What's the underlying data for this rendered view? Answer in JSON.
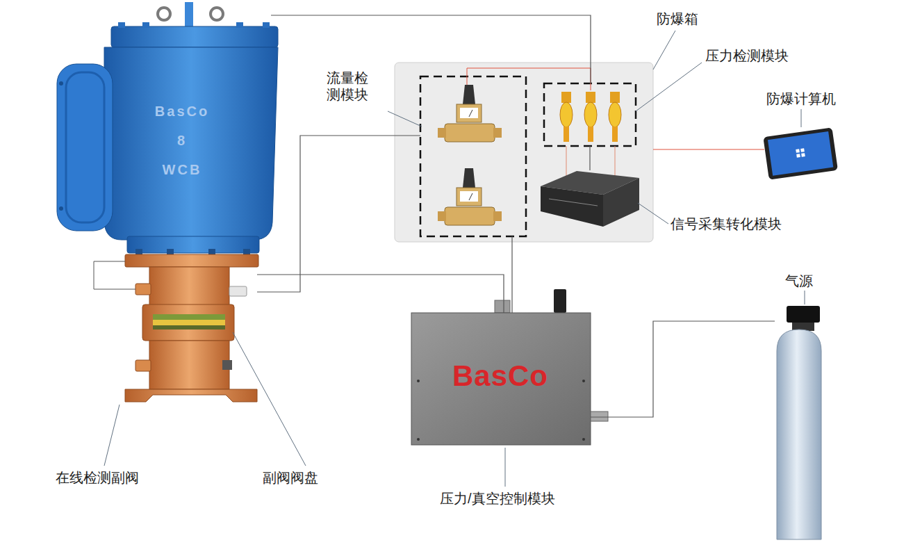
{
  "diagram": {
    "nodes": [
      {
        "text": [
          "防爆箱"
        ]
      },
      {
        "text": [
          "流量检测模块"
        ],
        "in": 0
      },
      {
        "text": [
          "压力检测模块"
        ],
        "in": 0
      },
      {
        "text": [
          "信号采集转化模块"
        ],
        "in": 0
      },
      {
        "text": [
          "防爆计算机"
        ]
      },
      {
        "text": [
          "BasCo",
          "压力/真空控制模块"
        ]
      },
      {
        "text": [
          "气源"
        ]
      },
      {
        "text": [
          "BasCo",
          "8",
          "WCB"
        ]
      },
      {
        "text": [
          "在线检测副阀"
        ]
      }
    ],
    "edges": [
      {
        "from": 0,
        "to": 4,
        "arrow": "none"
      },
      {
        "from": 7,
        "to": 2,
        "arrow": "none"
      },
      {
        "from": 8,
        "to": 1,
        "arrow": "none"
      },
      {
        "from": 5,
        "to": 1,
        "arrow": "none"
      },
      {
        "from": 8,
        "to": 5,
        "arrow": "none"
      },
      {
        "from": 6,
        "to": 5,
        "arrow": "none"
      },
      {
        "from": 2,
        "to": 3,
        "arrow": "none"
      }
    ],
    "labels": [
      "副阀阀盘"
    ]
  }
}
